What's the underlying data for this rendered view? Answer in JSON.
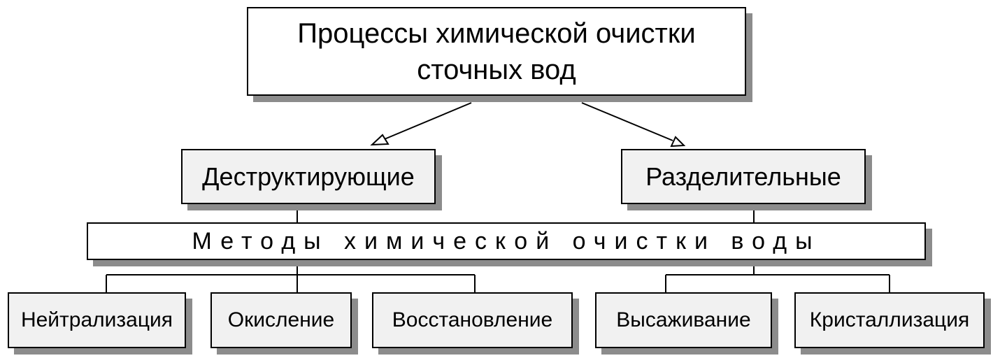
{
  "root": {
    "title": "Процессы химической очистки\nсточных вод"
  },
  "categories": [
    {
      "label": "Деструктирующие"
    },
    {
      "label": "Разделительные"
    }
  ],
  "methods_bar": {
    "label": "Методы химической очистки воды"
  },
  "methods": [
    {
      "label": "Нейтрализация",
      "group": "Деструктирующие"
    },
    {
      "label": "Окисление",
      "group": "Деструктирующие"
    },
    {
      "label": "Восстановление",
      "group": "Деструктирующие"
    },
    {
      "label": "Высаживание",
      "group": "Разделительные"
    },
    {
      "label": "Кристаллизация",
      "group": "Разделительные"
    }
  ],
  "colors": {
    "box_fill": "#f1f1f1",
    "shadow": "#8c8c8c",
    "line": "#000000"
  }
}
